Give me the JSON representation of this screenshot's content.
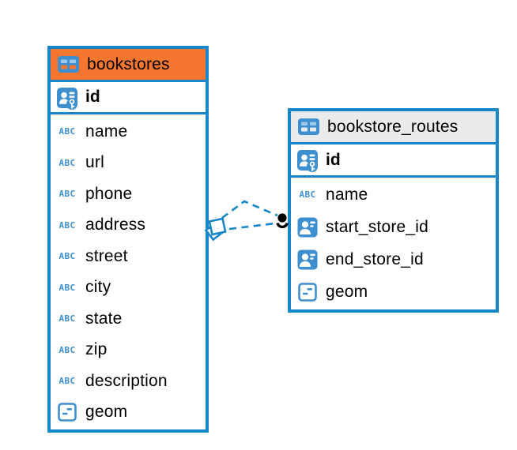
{
  "diagram": {
    "tables": [
      {
        "name": "bookstores",
        "header_color": "#F5762F",
        "primary_key": "id",
        "fields": [
          {
            "name": "name",
            "type": "text"
          },
          {
            "name": "url",
            "type": "text"
          },
          {
            "name": "phone",
            "type": "text"
          },
          {
            "name": "address",
            "type": "text"
          },
          {
            "name": "street",
            "type": "text"
          },
          {
            "name": "city",
            "type": "text"
          },
          {
            "name": "state",
            "type": "text"
          },
          {
            "name": "zip",
            "type": "text"
          },
          {
            "name": "description",
            "type": "text"
          },
          {
            "name": "geom",
            "type": "geometry"
          }
        ]
      },
      {
        "name": "bookstore_routes",
        "header_color": "#EBEBEB",
        "primary_key": "id",
        "fields": [
          {
            "name": "name",
            "type": "text"
          },
          {
            "name": "start_store_id",
            "type": "reference"
          },
          {
            "name": "end_store_id",
            "type": "reference"
          },
          {
            "name": "geom",
            "type": "geometry"
          }
        ]
      }
    ],
    "relationship": {
      "from_table": "bookstores",
      "to_table": "bookstore_routes",
      "line_style": "dashed",
      "color": "#1787CA",
      "left_endpoint": "diamond",
      "right_endpoint": "ball-socket",
      "marker_color": "#000000"
    },
    "icons": {
      "text_type_glyph": "ABC"
    },
    "colors": {
      "accent_blue": "#1787CA",
      "icon_blue": "#3E8FD0",
      "header_orange": "#F5762F",
      "header_gray": "#EBEBEB",
      "background": "#FFFFFF",
      "text": "#000000"
    }
  }
}
